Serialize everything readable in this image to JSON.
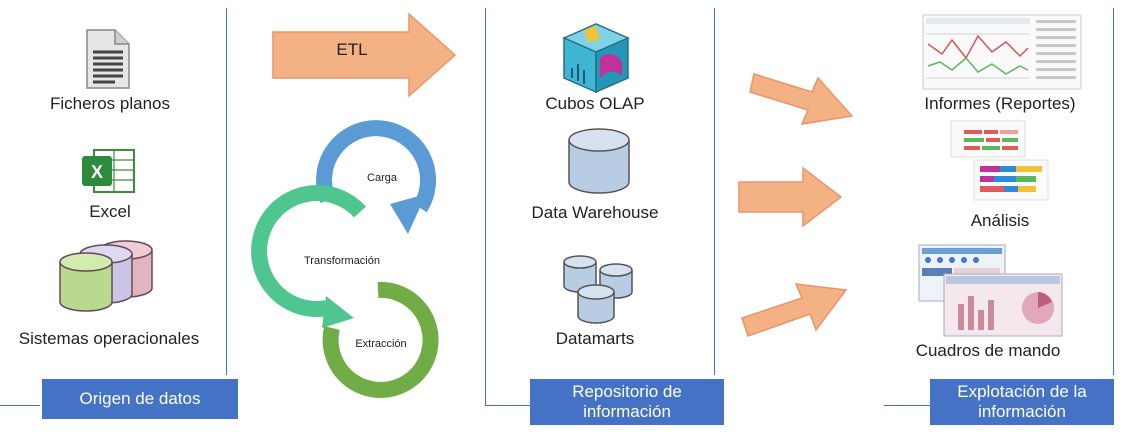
{
  "origin": {
    "items": [
      "Ficheros planos",
      "Excel",
      "Sistemas operacionales"
    ],
    "footer": "Origen de datos"
  },
  "etl": {
    "arrow_label": "ETL",
    "cycle": [
      "Carga",
      "Transformación",
      "Extracción"
    ]
  },
  "repository": {
    "items": [
      "Cubos OLAP",
      "Data Warehouse",
      "Datamarts"
    ],
    "footer_line1": "Repositorio de",
    "footer_line2": "información"
  },
  "exploitation": {
    "items": [
      "Informes (Reportes)",
      "Análisis",
      "Cuadros de mando"
    ],
    "footer_line1": "Explotación de la",
    "footer_line2": "información"
  },
  "icons": [
    "document-icon",
    "excel-icon",
    "database-stack-icon",
    "olap-cube-icon",
    "data-warehouse-icon",
    "datamarts-icon",
    "report-icon",
    "analysis-icon",
    "dashboard-icon"
  ],
  "colors": {
    "arrow": "#f4b183",
    "arrow_stroke": "#e8956a",
    "footer": "#4472c4",
    "carga": "#5b9bd5",
    "transformacion": "#4fc68f",
    "extraccion": "#70ad47"
  }
}
